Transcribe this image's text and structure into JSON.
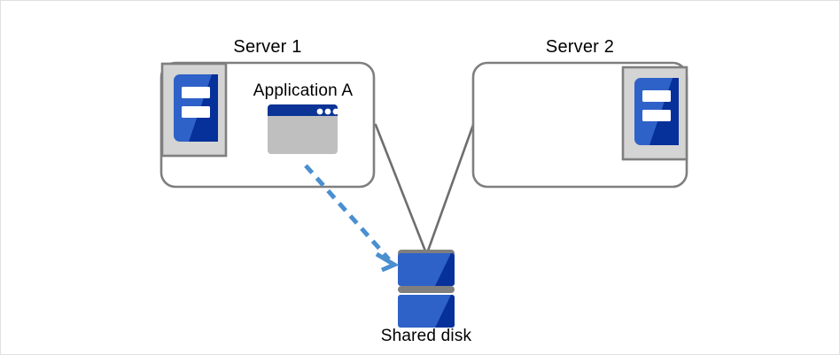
{
  "diagram": {
    "title_labels": {
      "server1": "Server 1",
      "server2": "Server 2",
      "application_a": "Application A",
      "shared_disk": "Shared disk"
    },
    "nodes": [
      {
        "id": "server-1",
        "label": "Server 1",
        "icon": "server-icon",
        "icon_side": "left",
        "contains": [
          "Application A"
        ]
      },
      {
        "id": "server-2",
        "label": "Server 2",
        "icon": "server-icon",
        "icon_side": "right",
        "contains": []
      },
      {
        "id": "shared-disk",
        "label": "Shared disk",
        "icon": "disk-icon"
      }
    ],
    "connections": [
      {
        "from": "server-1",
        "to": "shared-disk",
        "style": "solid",
        "color": "#6e6e6e"
      },
      {
        "from": "server-2",
        "to": "shared-disk",
        "style": "solid",
        "color": "#6e6e6e"
      },
      {
        "from": "Application A",
        "to": "shared-disk",
        "style": "dashed-arrow",
        "color": "#4a8fd0"
      }
    ],
    "colors": {
      "box_border": "#7f7f7f",
      "icon_panel_fill": "#d4d4d4",
      "icon_panel_border": "#7f7f7f",
      "icon_blue_light": "#2f62c8",
      "icon_blue_dark": "#06309a",
      "window_titlebar": "#0b3496",
      "window_body": "#bfbfbf",
      "window_dot": "#ffffff",
      "disk_bar_gray": "#7f7f7f",
      "connector_gray": "#6e6e6e",
      "arrow_blue": "#4a8fd0",
      "page_border": "#e0e0e0",
      "background": "#ffffff",
      "text": "#000000"
    }
  }
}
